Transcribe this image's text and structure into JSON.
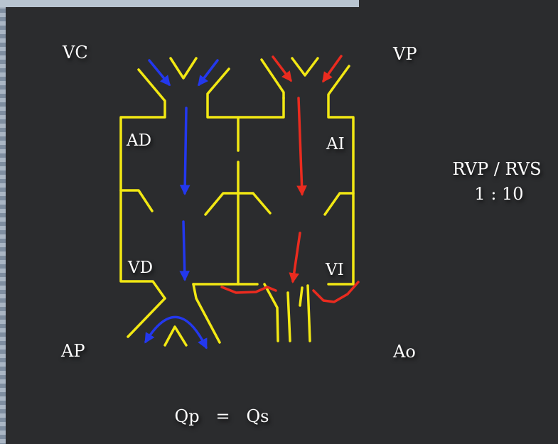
{
  "labels": {
    "vc": "VC",
    "vp": "VP",
    "ad": "AD",
    "ai": "AI",
    "vd": "VD",
    "vi": "VI",
    "ap": "AP",
    "ao": "Ao",
    "ratio_title": "RVP / RVS",
    "ratio_value": "1 : 10",
    "equation": "Qp   =   Qs"
  },
  "colors": {
    "background": "#2b2c2e",
    "walls": "#f2e813",
    "venous_flow": "#2338ee",
    "arterial_flow": "#ea2b1f",
    "text": "#ffffff"
  }
}
